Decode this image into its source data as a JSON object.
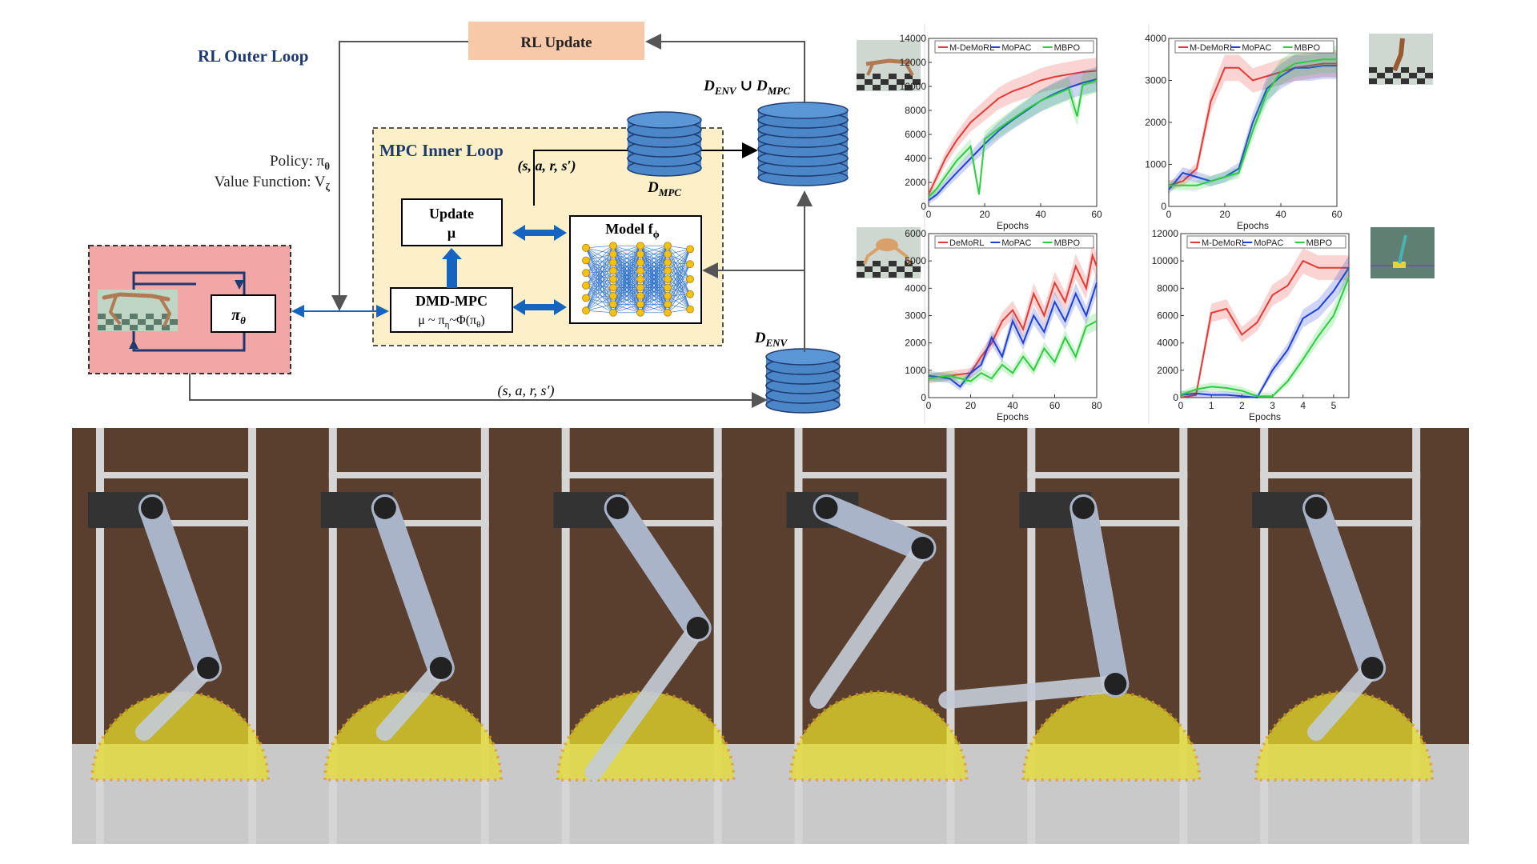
{
  "diagram": {
    "outer_loop_label": "RL Outer Loop",
    "rl_update_label": "RL Update",
    "policy_label": "Policy: π",
    "policy_sub": "θ",
    "value_label": "Value Function: V",
    "value_sub": "ζ",
    "mpc_loop_label": "MPC Inner Loop",
    "update_label": "Update",
    "update_mu": "μ",
    "dmd_label": "DMD-MPC",
    "dmd_eq": "μ ~ π",
    "dmd_eq_sub": "η",
    "dmd_eq_tail": "~Φ(π",
    "dmd_eq_sub2": "θ",
    "model_label": "Model f",
    "model_sub": "ϕ",
    "tuple_label": "(s, a, r, s′)",
    "d_mpc": "D",
    "d_mpc_sub": "MPC",
    "d_env": "D",
    "d_env_sub": "ENV",
    "d_union": "D",
    "d_union_sub1": "ENV",
    "d_union_mid": " ∪ D",
    "d_union_sub2": "MPC",
    "agent_pi": "π",
    "agent_pi_sub": "θ",
    "bottom_tuple": "(s, a, r, s′)",
    "colors": {
      "rl_update_fill": "#f8c9a8",
      "agent_fill": "#f2a6a6",
      "mpc_fill": "#fdf0c8",
      "db_fill": "#4a86c8",
      "arrow_blue": "#1565c0",
      "title_blue": "#1f3a6e"
    }
  },
  "chart_data": [
    {
      "type": "line",
      "xlabel": "Epochs",
      "ylim": [
        0,
        14000
      ],
      "xlim": [
        0,
        60
      ],
      "xticks": [
        0,
        20,
        40,
        60
      ],
      "yticks": [
        0,
        2000,
        4000,
        6000,
        8000,
        10000,
        12000,
        14000
      ],
      "legend": "top",
      "series": [
        {
          "name": "M-DeMoRL",
          "color": "#e53935",
          "x": [
            0,
            3,
            6,
            10,
            15,
            20,
            25,
            30,
            35,
            40,
            45,
            50,
            55,
            60
          ],
          "y": [
            1000,
            2500,
            4000,
            5500,
            7000,
            8000,
            9000,
            9600,
            10000,
            10500,
            10800,
            11000,
            11200,
            11300
          ]
        },
        {
          "name": "MoPAC",
          "color": "#1e3fd8",
          "x": [
            0,
            3,
            6,
            10,
            15,
            20,
            25,
            30,
            35,
            40,
            45,
            50,
            55,
            60
          ],
          "y": [
            500,
            1000,
            1800,
            2800,
            4000,
            5200,
            6300,
            7200,
            8000,
            8800,
            9400,
            9900,
            10300,
            10600
          ]
        },
        {
          "name": "MBPO",
          "color": "#2ecc40",
          "x": [
            0,
            3,
            6,
            10,
            15,
            18,
            20,
            25,
            30,
            35,
            40,
            45,
            50,
            53,
            55,
            60
          ],
          "y": [
            800,
            1500,
            2500,
            3800,
            5000,
            1000,
            5600,
            6500,
            7300,
            8100,
            8800,
            9300,
            9800,
            7500,
            10100,
            10500
          ]
        }
      ]
    },
    {
      "type": "line",
      "xlabel": "Epochs",
      "ylim": [
        0,
        4000
      ],
      "xlim": [
        0,
        60
      ],
      "xticks": [
        0,
        20,
        40,
        60
      ],
      "yticks": [
        0,
        1000,
        2000,
        3000,
        4000
      ],
      "legend": "top",
      "series": [
        {
          "name": "M-DeMoRL",
          "color": "#e53935",
          "x": [
            0,
            5,
            10,
            15,
            20,
            25,
            30,
            35,
            40,
            45,
            50,
            55,
            60
          ],
          "y": [
            500,
            600,
            900,
            2500,
            3300,
            3300,
            3000,
            3100,
            3200,
            3300,
            3350,
            3400,
            3400
          ]
        },
        {
          "name": "MoPAC",
          "color": "#1e3fd8",
          "x": [
            0,
            5,
            10,
            15,
            20,
            25,
            30,
            35,
            40,
            45,
            50,
            55,
            60
          ],
          "y": [
            400,
            800,
            700,
            600,
            700,
            900,
            2000,
            2800,
            3100,
            3300,
            3300,
            3350,
            3350
          ]
        },
        {
          "name": "MBPO",
          "color": "#2ecc40",
          "x": [
            0,
            5,
            10,
            15,
            20,
            25,
            30,
            35,
            40,
            45,
            50,
            55,
            60
          ],
          "y": [
            500,
            500,
            500,
            600,
            700,
            800,
            1800,
            2700,
            3200,
            3400,
            3450,
            3500,
            3500
          ]
        }
      ]
    },
    {
      "type": "line",
      "xlabel": "Epochs",
      "ylim": [
        0,
        6000
      ],
      "xlim": [
        0,
        80
      ],
      "xticks": [
        0,
        20,
        40,
        60,
        80
      ],
      "yticks": [
        0,
        1000,
        2000,
        3000,
        4000,
        5000,
        6000
      ],
      "legend": "top",
      "series": [
        {
          "name": "DeMoRL",
          "color": "#e53935",
          "x": [
            0,
            10,
            20,
            25,
            30,
            35,
            40,
            45,
            50,
            55,
            60,
            65,
            70,
            75,
            78,
            80
          ],
          "y": [
            700,
            800,
            900,
            1500,
            2000,
            2800,
            3200,
            2500,
            3800,
            3000,
            4200,
            3500,
            4800,
            4000,
            5200,
            4800
          ]
        },
        {
          "name": "MoPAC",
          "color": "#1e3fd8",
          "x": [
            0,
            10,
            15,
            20,
            25,
            30,
            35,
            40,
            45,
            50,
            55,
            60,
            65,
            70,
            75,
            80
          ],
          "y": [
            800,
            700,
            400,
            900,
            1200,
            2200,
            1500,
            2800,
            2000,
            3000,
            2400,
            3500,
            2800,
            3800,
            3000,
            4200
          ]
        },
        {
          "name": "MBPO",
          "color": "#2ecc40",
          "x": [
            0,
            10,
            20,
            25,
            30,
            35,
            40,
            45,
            50,
            55,
            60,
            65,
            70,
            75,
            80
          ],
          "y": [
            700,
            800,
            600,
            900,
            700,
            1200,
            900,
            1500,
            1000,
            1800,
            1300,
            2200,
            1500,
            2600,
            2800
          ]
        }
      ]
    },
    {
      "type": "line",
      "xlabel": "Epochs",
      "ylim": [
        0,
        12000
      ],
      "xlim": [
        0,
        5.5
      ],
      "xticks": [
        0,
        1,
        2,
        3,
        4,
        5
      ],
      "yticks": [
        0,
        2000,
        4000,
        6000,
        8000,
        10000,
        12000
      ],
      "legend": "top",
      "series": [
        {
          "name": "M-DeMoRL",
          "color": "#e53935",
          "x": [
            0,
            0.5,
            1,
            1.5,
            2,
            2.5,
            3,
            3.5,
            4,
            4.5,
            5,
            5.5
          ],
          "y": [
            0,
            200,
            6200,
            6500,
            4600,
            5500,
            7500,
            8200,
            10000,
            9500,
            9500,
            9500
          ]
        },
        {
          "name": "MoPAC",
          "color": "#1e3fd8",
          "x": [
            0,
            0.5,
            1,
            1.5,
            2,
            2.5,
            3,
            3.5,
            4,
            4.5,
            5,
            5.5
          ],
          "y": [
            200,
            300,
            200,
            200,
            100,
            0,
            2000,
            3500,
            5800,
            6500,
            7800,
            9500
          ]
        },
        {
          "name": "MBPO",
          "color": "#2ecc40",
          "x": [
            0,
            0.5,
            1,
            1.5,
            2,
            2.5,
            3,
            3.5,
            4,
            4.5,
            5,
            5.5
          ],
          "y": [
            200,
            600,
            800,
            700,
            500,
            100,
            100,
            1200,
            2800,
            4500,
            6000,
            8800
          ]
        }
      ]
    }
  ]
}
